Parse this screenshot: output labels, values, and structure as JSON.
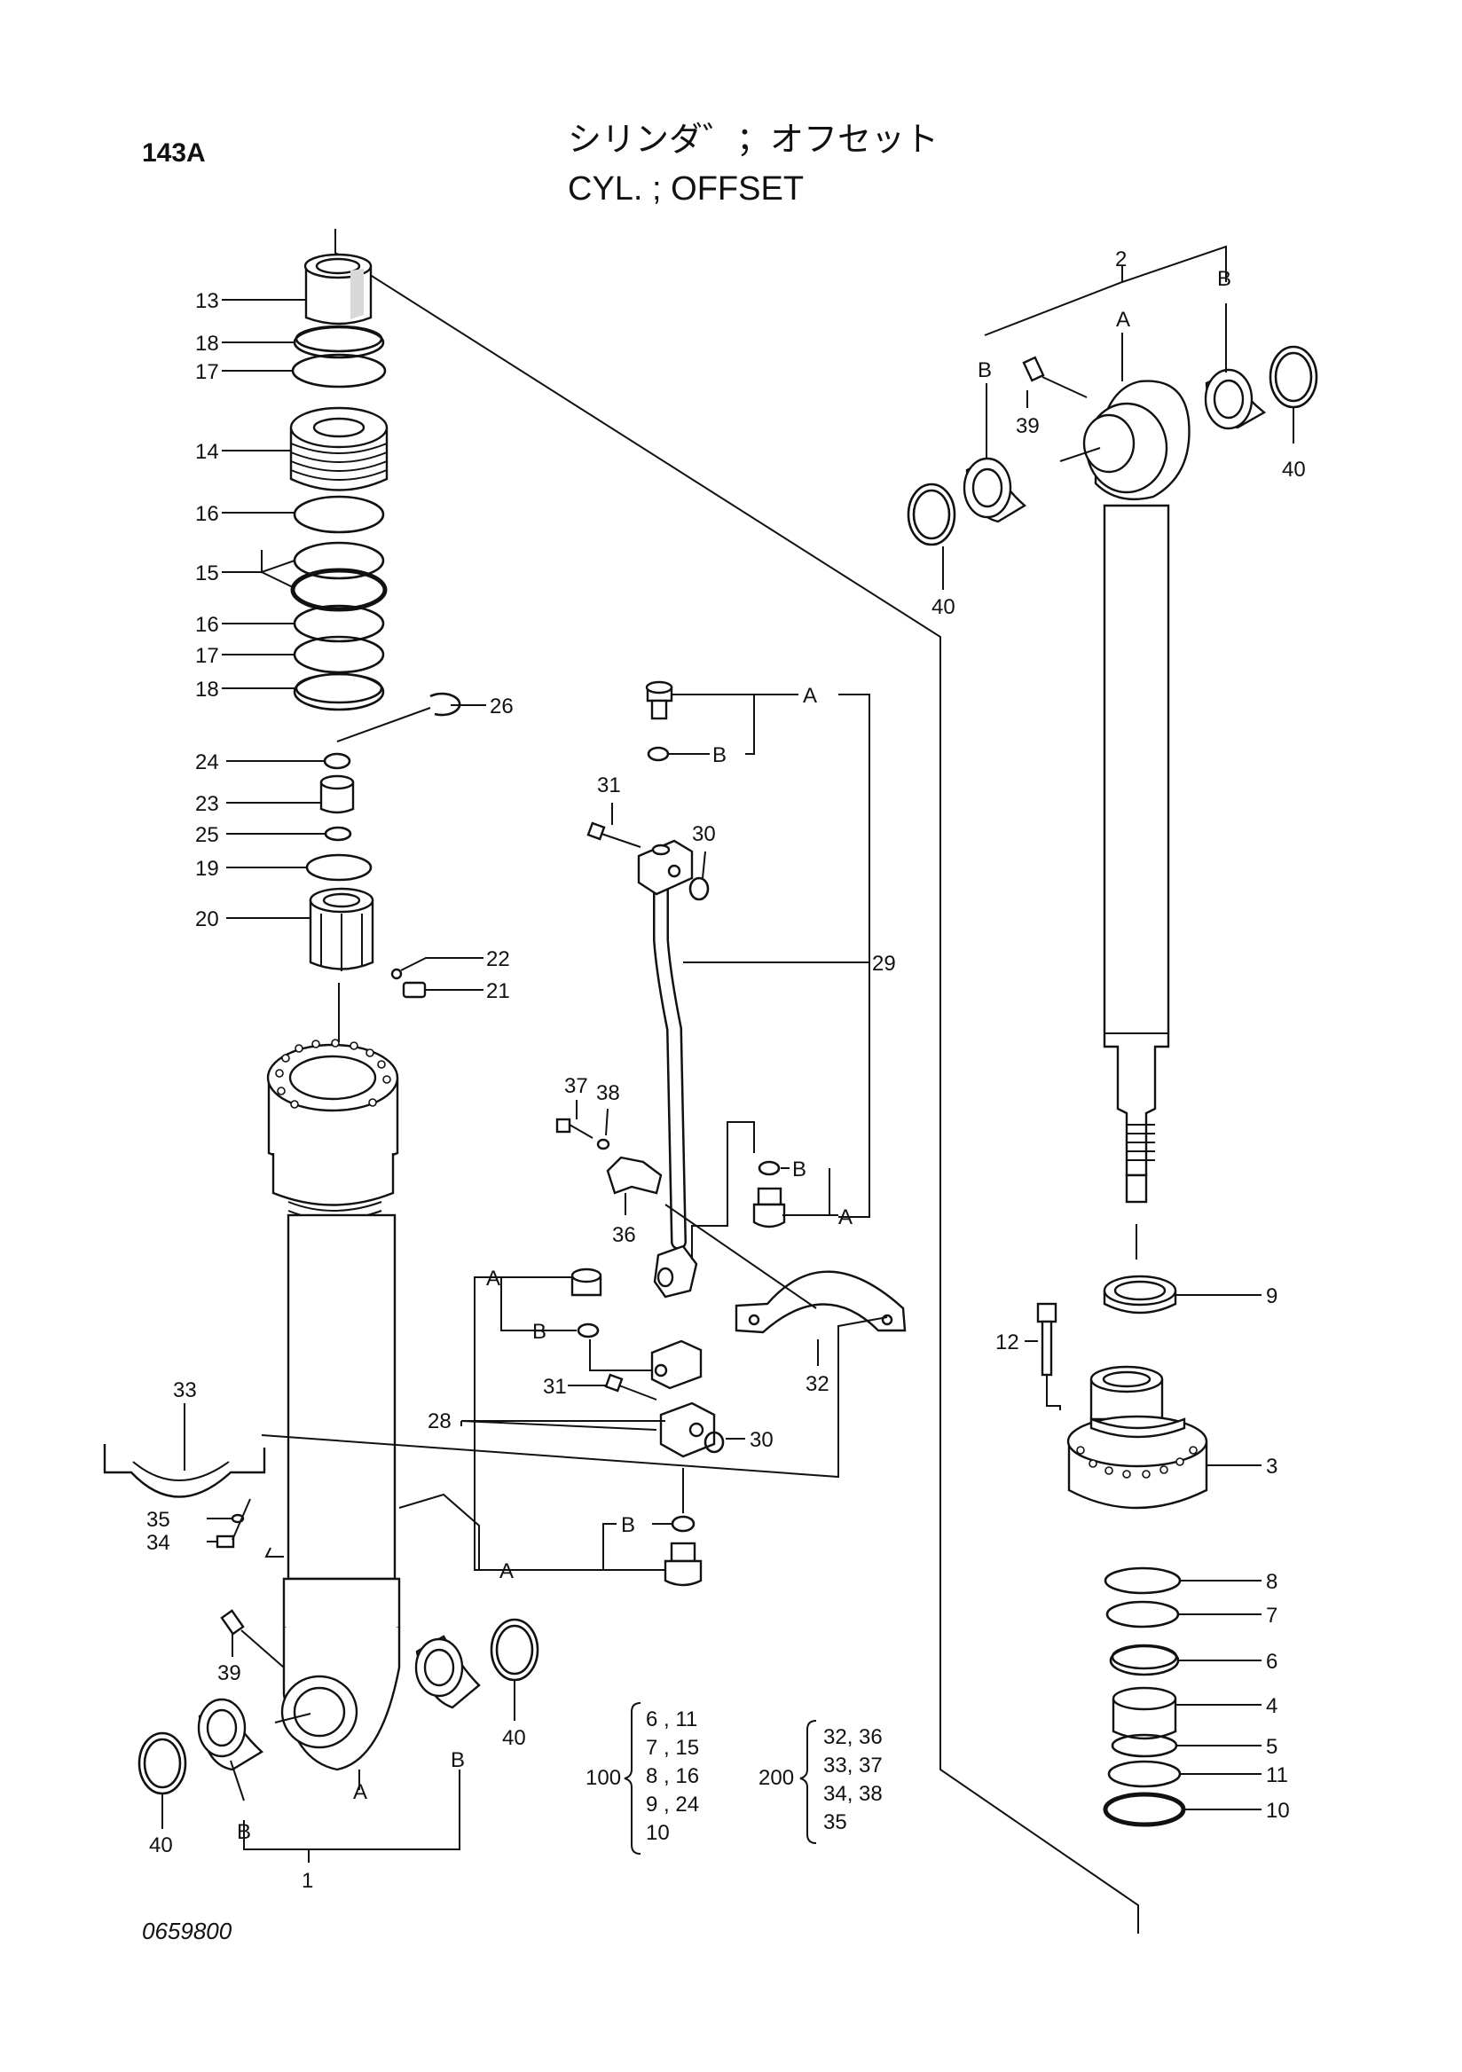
{
  "page_number": "143A",
  "title_jp": "シリンダ゛；オフセット",
  "title_en": "CYL. ; OFFSET",
  "drawing_code": "0659800",
  "callouts": {
    "c1": "1",
    "c2": "2",
    "c3": "3",
    "c4": "4",
    "c5": "5",
    "c6": "6",
    "c7": "7",
    "c8": "8",
    "c9": "9",
    "c10": "10",
    "c11": "11",
    "c12": "12",
    "c13": "13",
    "c14": "14",
    "c15": "15",
    "c16a": "16",
    "c16b": "16",
    "c17a": "17",
    "c17b": "17",
    "c18a": "18",
    "c18b": "18",
    "c19": "19",
    "c20": "20",
    "c21": "21",
    "c22": "22",
    "c23": "23",
    "c24": "24",
    "c25": "25",
    "c26": "26",
    "c28": "28",
    "c29": "29",
    "c30a": "30",
    "c30b": "30",
    "c31a": "31",
    "c31b": "31",
    "c32": "32",
    "c33": "33",
    "c34": "34",
    "c35": "35",
    "c36": "36",
    "c37": "37",
    "c38": "38",
    "c39a": "39",
    "c39b": "39",
    "c40a": "40",
    "c40b": "40",
    "c40c": "40",
    "c40d": "40"
  },
  "letters": {
    "A1": "A",
    "A2": "A",
    "A3": "A",
    "A4": "A",
    "A5": "A",
    "A6": "A",
    "B1": "B",
    "B2": "B",
    "B3": "B",
    "B4": "B",
    "B5": "B",
    "B6": "B",
    "B7": "B",
    "B8": "B"
  },
  "kit_100": {
    "label": "100",
    "rows": [
      "6 , 11",
      "7 , 15",
      "8 , 16",
      "9 , 24",
      "10"
    ]
  },
  "kit_200": {
    "label": "200",
    "rows": [
      "32, 36",
      "33, 37",
      "34, 38",
      "35"
    ]
  }
}
